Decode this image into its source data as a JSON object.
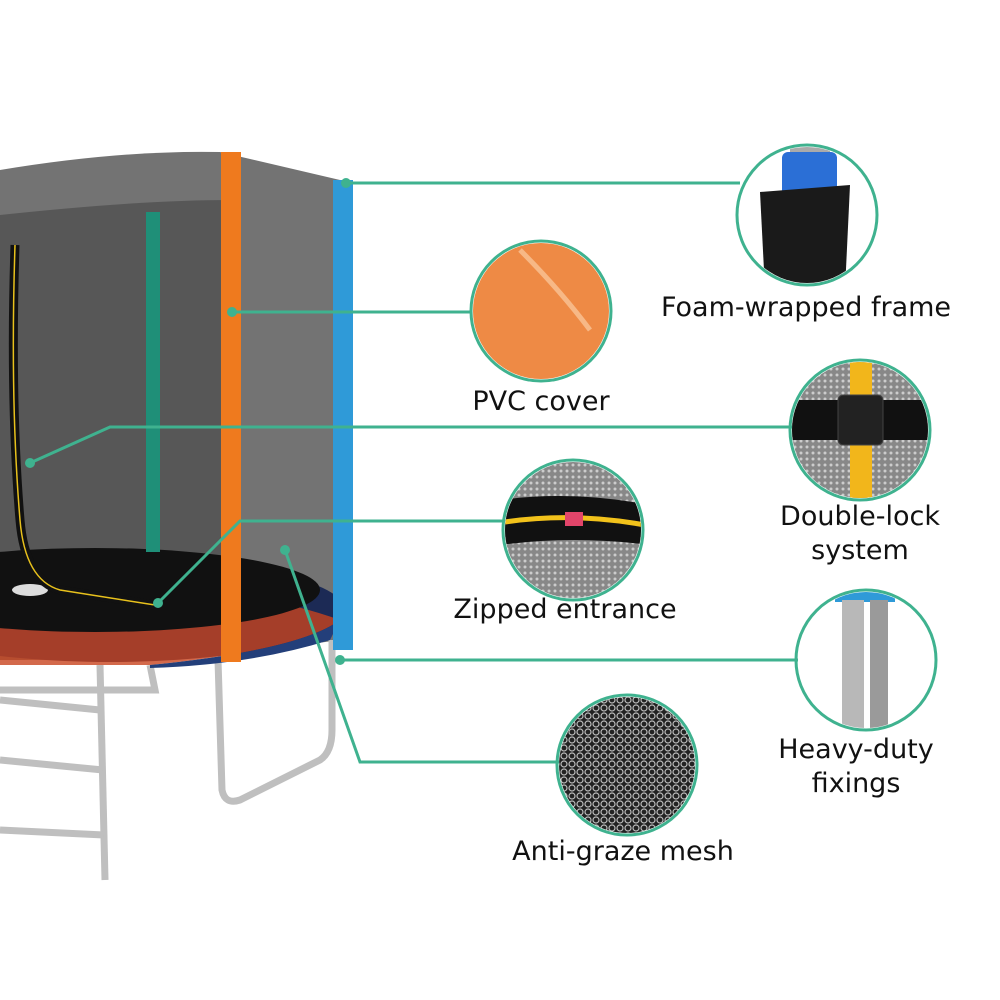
{
  "colors": {
    "accent": "#3fb28f",
    "orange": "#ef7a1e",
    "blue": "#2f9ad8",
    "net": "#4a4a4a"
  },
  "features": [
    {
      "label": "Foam-wrapped frame",
      "icon": "foam-frame-icon"
    },
    {
      "label": "PVC cover",
      "icon": "pvc-cover-icon"
    },
    {
      "label_line1": "Double-lock",
      "label_line2": "system",
      "icon": "buckle-icon"
    },
    {
      "label": "Zipped entrance",
      "icon": "zipper-icon"
    },
    {
      "label_line1": "Heavy-duty",
      "label_line2": "fixings",
      "icon": "pole-fixing-icon"
    },
    {
      "label": "Anti-graze mesh",
      "icon": "mesh-icon"
    }
  ]
}
